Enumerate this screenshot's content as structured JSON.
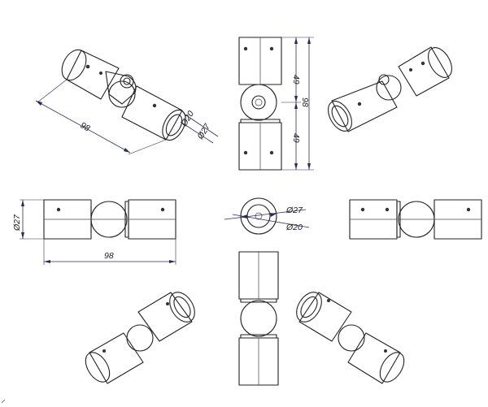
{
  "views": {
    "isometric_top_left": {
      "length": "98",
      "dia_inner": "Ø20",
      "dia_outer": "Ø27"
    },
    "side_right": {
      "upper": "49",
      "lower": "49",
      "total": "98"
    },
    "front_left": {
      "dia": "Ø27",
      "length": "98"
    },
    "end_center": {
      "dia_outer": "Ø27",
      "dia_inner": "Ø20"
    }
  },
  "colors": {
    "line": "#222222",
    "dimension": "#2a2a5a",
    "background": "#ffffff"
  }
}
